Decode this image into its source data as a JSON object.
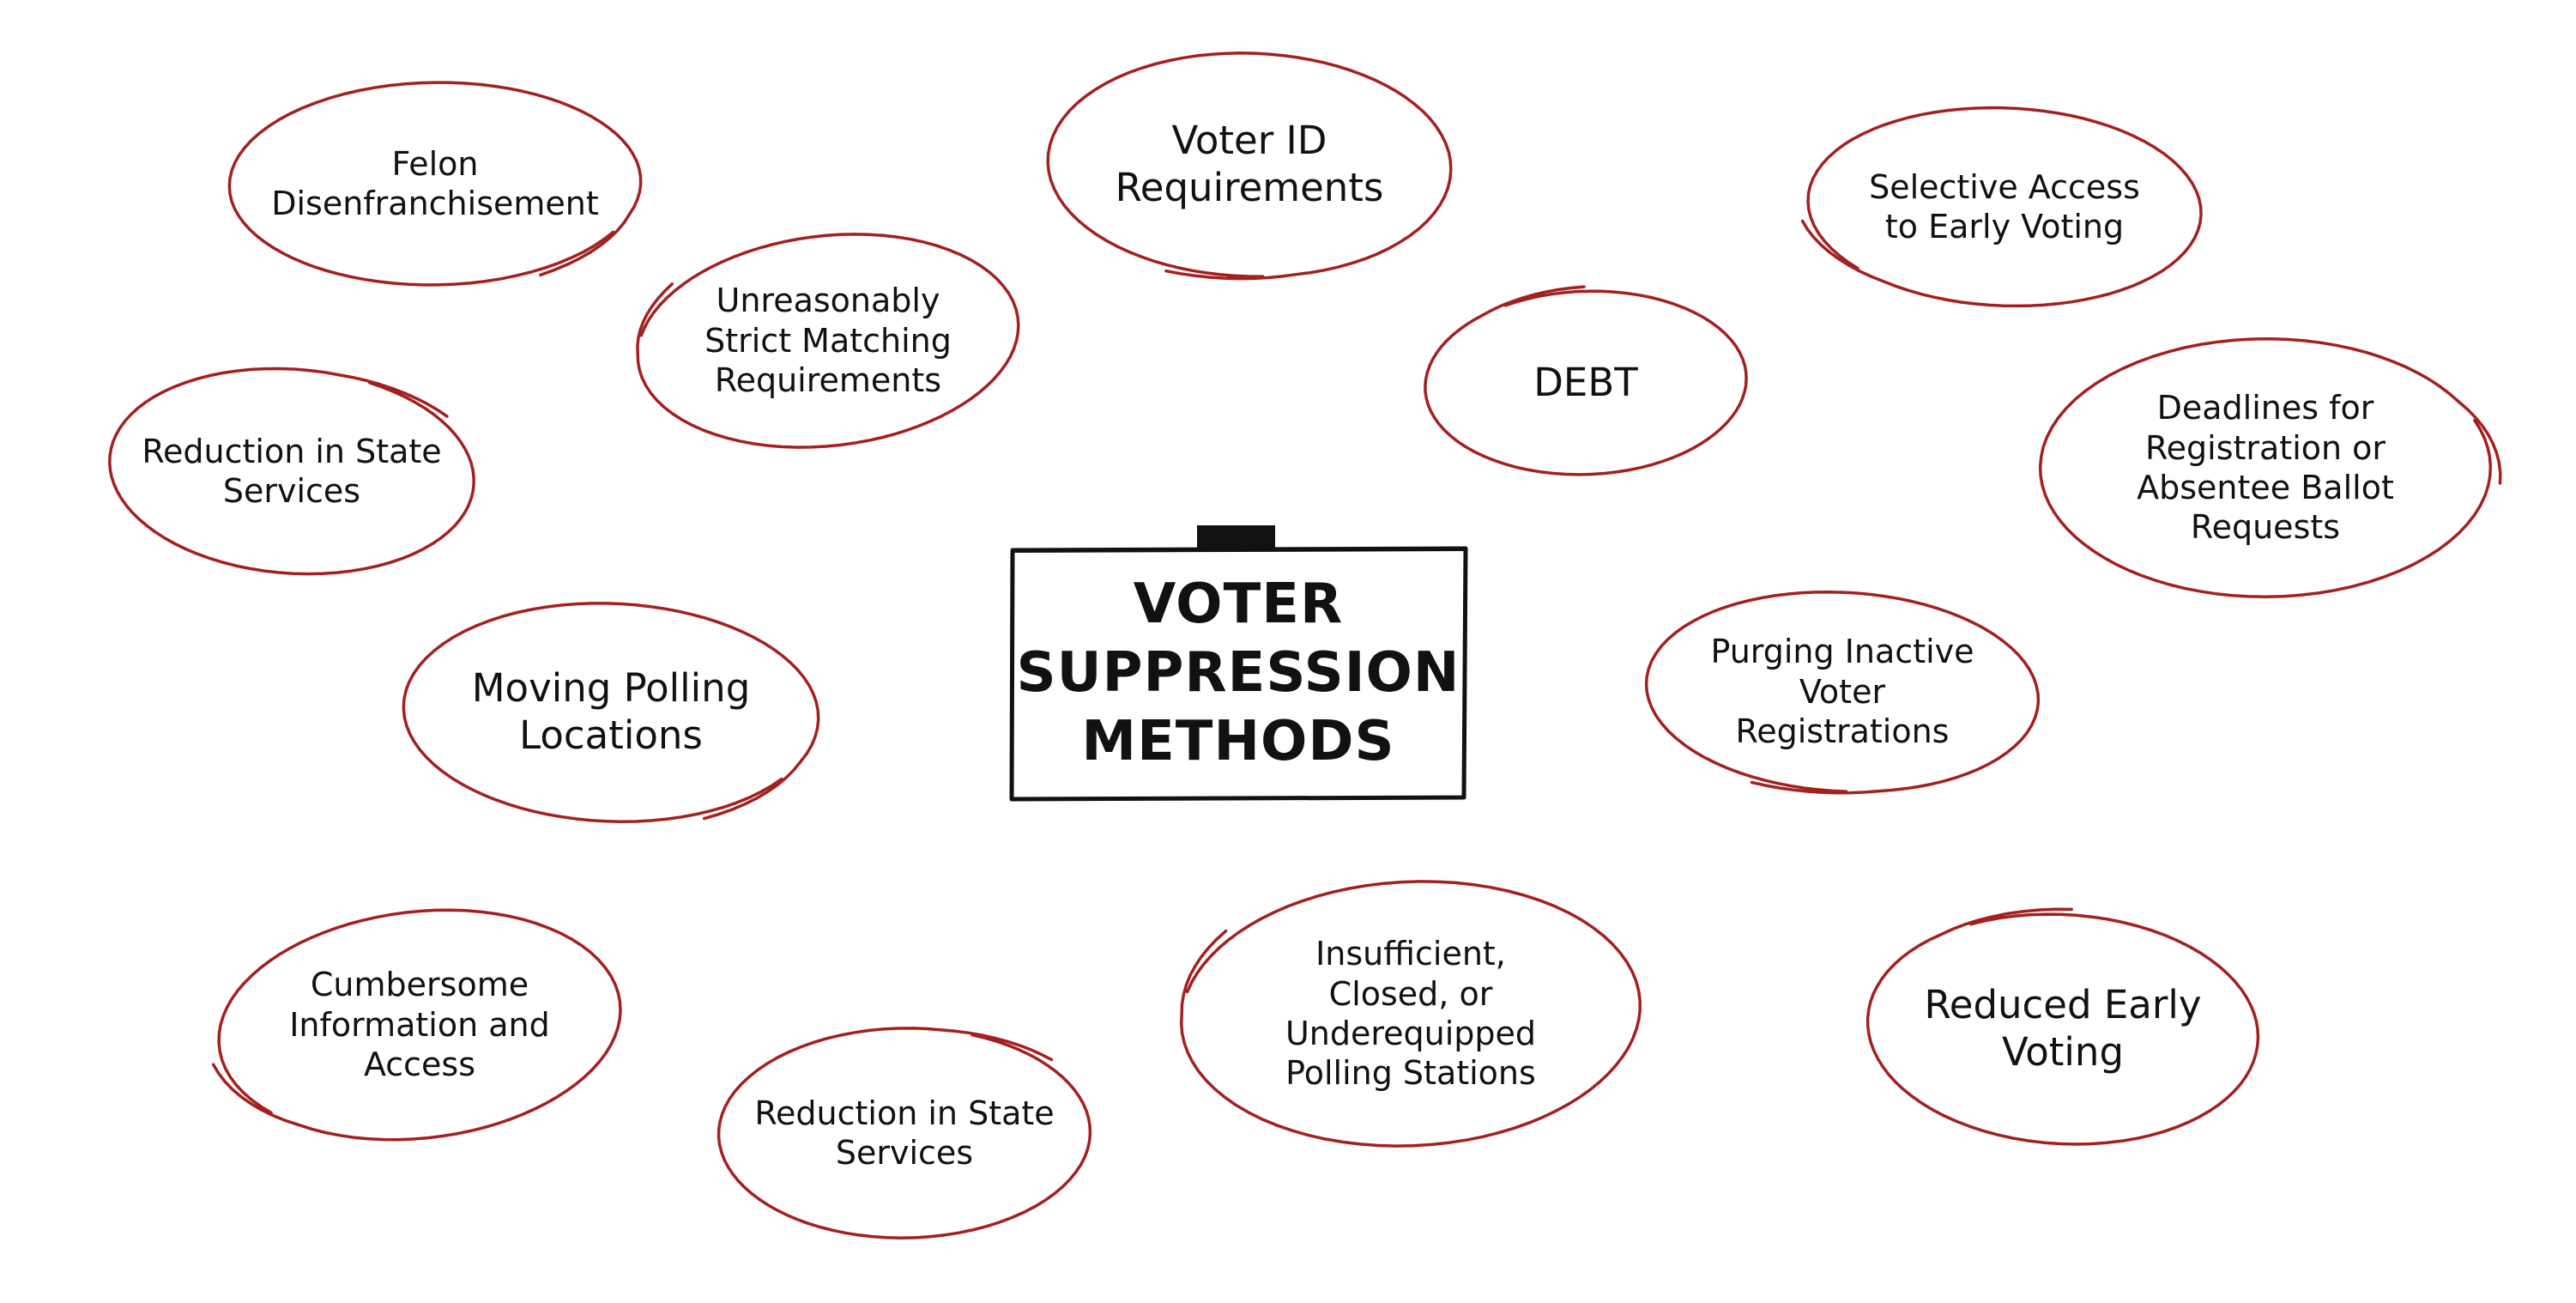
{
  "title": "VOTER\nSUPPRESSION\nMETHODS",
  "colors": {
    "ring": "#a32020",
    "text": "#111111",
    "box": "#111111"
  },
  "methods": [
    {
      "id": "felon",
      "label": "Felon\nDisenfranchisement"
    },
    {
      "id": "voter-id",
      "label": "Voter ID\nRequirements"
    },
    {
      "id": "selective-early",
      "label": "Selective Access\nto Early Voting"
    },
    {
      "id": "strict-matching",
      "label": "Unreasonably\nStrict Matching\nRequirements"
    },
    {
      "id": "debt",
      "label": "DEBT"
    },
    {
      "id": "reduction-state-1",
      "label": "Reduction in State\nServices"
    },
    {
      "id": "deadlines",
      "label": "Deadlines for\nRegistration or\nAbsentee Ballot\nRequests"
    },
    {
      "id": "moving-polling",
      "label": "Moving Polling\nLocations"
    },
    {
      "id": "purging",
      "label": "Purging Inactive\nVoter\nRegistrations"
    },
    {
      "id": "cumbersome",
      "label": "Cumbersome\nInformation and\nAccess"
    },
    {
      "id": "insufficient",
      "label": "Insufficient,\nClosed, or\nUnderequipped\nPolling Stations"
    },
    {
      "id": "reduced-early",
      "label": "Reduced Early\nVoting"
    },
    {
      "id": "reduction-state-2",
      "label": "Reduction in State\nServices"
    }
  ]
}
